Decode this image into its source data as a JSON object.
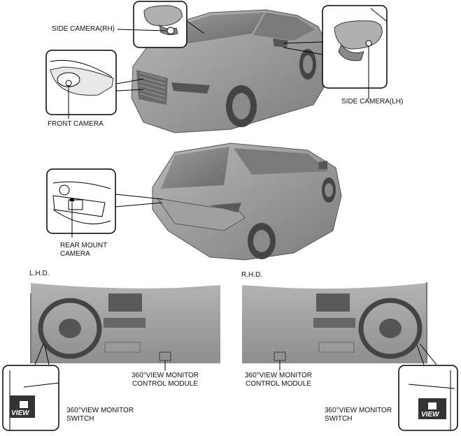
{
  "labels": {
    "side_camera_rh": "SIDE CAMERA(RH)",
    "side_camera_lh": "SIDE CAMERA(LH)",
    "front_camera": "FRONT CAMERA",
    "rear_mount_camera_line1": "REAR MOUNT",
    "rear_mount_camera_line2": "CAMERA",
    "lhd": "L.H.D.",
    "rhd": "R.H.D.",
    "module_line1": "360°VIEW MONITOR",
    "module_line2": "CONTROL MODULE",
    "switch_line1": "360°VIEW MONITOR",
    "switch_line2": "SWITCH",
    "switch_text": "VIEW"
  },
  "colors": {
    "car_body": "#9a9a9a",
    "car_shadow": "#6e6e6e",
    "dash": "#8f8f8f",
    "outline": "#000000"
  }
}
